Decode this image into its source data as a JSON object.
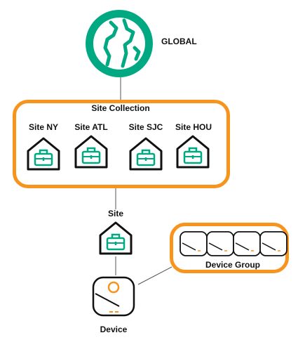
{
  "global": {
    "label": "GLOBAL",
    "icon": "globe-icon"
  },
  "site_collection": {
    "title": "Site Collection",
    "sites": [
      {
        "label": "Site NY"
      },
      {
        "label": "Site ATL"
      },
      {
        "label": "Site SJC"
      },
      {
        "label": "Site HOU"
      }
    ]
  },
  "site": {
    "label": "Site",
    "icon": "site-briefcase-icon"
  },
  "device": {
    "label": "Device",
    "icon": "access-point-icon"
  },
  "device_group": {
    "title": "Device Group",
    "device_count": 4
  },
  "colors": {
    "accent": "#f7941d",
    "teal": "#01a982",
    "outline": "#111111"
  }
}
